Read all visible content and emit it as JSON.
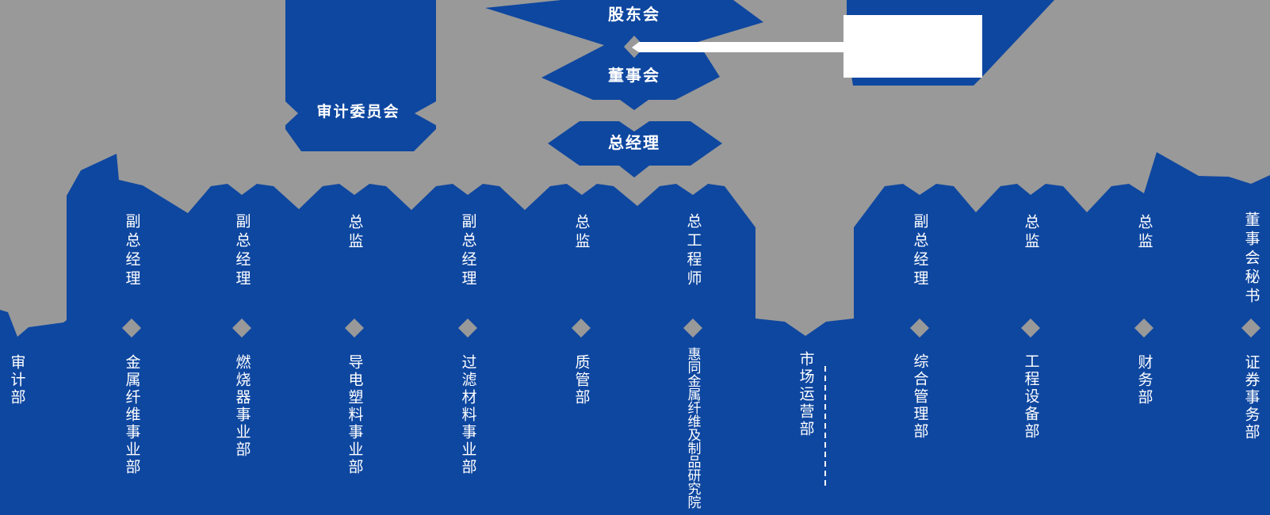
{
  "colors": {
    "brand_blue": "#0E47A0",
    "background_gray": "#999999",
    "pure_white": "#FFFFFF"
  },
  "org_chart": {
    "top_nodes": [
      {
        "id": "shareholders",
        "label": "股东会"
      },
      {
        "id": "board_of_directors",
        "label": "董事会"
      },
      {
        "id": "general_manager",
        "label": "总经理"
      },
      {
        "id": "audit_committee",
        "label": "审计委员会"
      }
    ],
    "columns": [
      {
        "role": "",
        "department": "审计部"
      },
      {
        "role": "副总经理",
        "department": "金属纤维事业部"
      },
      {
        "role": "副总经理",
        "department": "燃烧器事业部"
      },
      {
        "role": "总监",
        "department": "导电塑料事业部"
      },
      {
        "role": "副总经理",
        "department": "过滤材料事业部"
      },
      {
        "role": "总监",
        "department": "质管部"
      },
      {
        "role": "总工程师",
        "department": "惠同金属纤维及制品研究院"
      },
      {
        "role": "",
        "department": "市场运营部"
      },
      {
        "role": "副总经理",
        "department": "综合管理部"
      },
      {
        "role": "总监",
        "department": "工程设备部"
      },
      {
        "role": "总监",
        "department": "财务部"
      },
      {
        "role": "董事会秘书",
        "department": "证券事务部"
      }
    ]
  }
}
